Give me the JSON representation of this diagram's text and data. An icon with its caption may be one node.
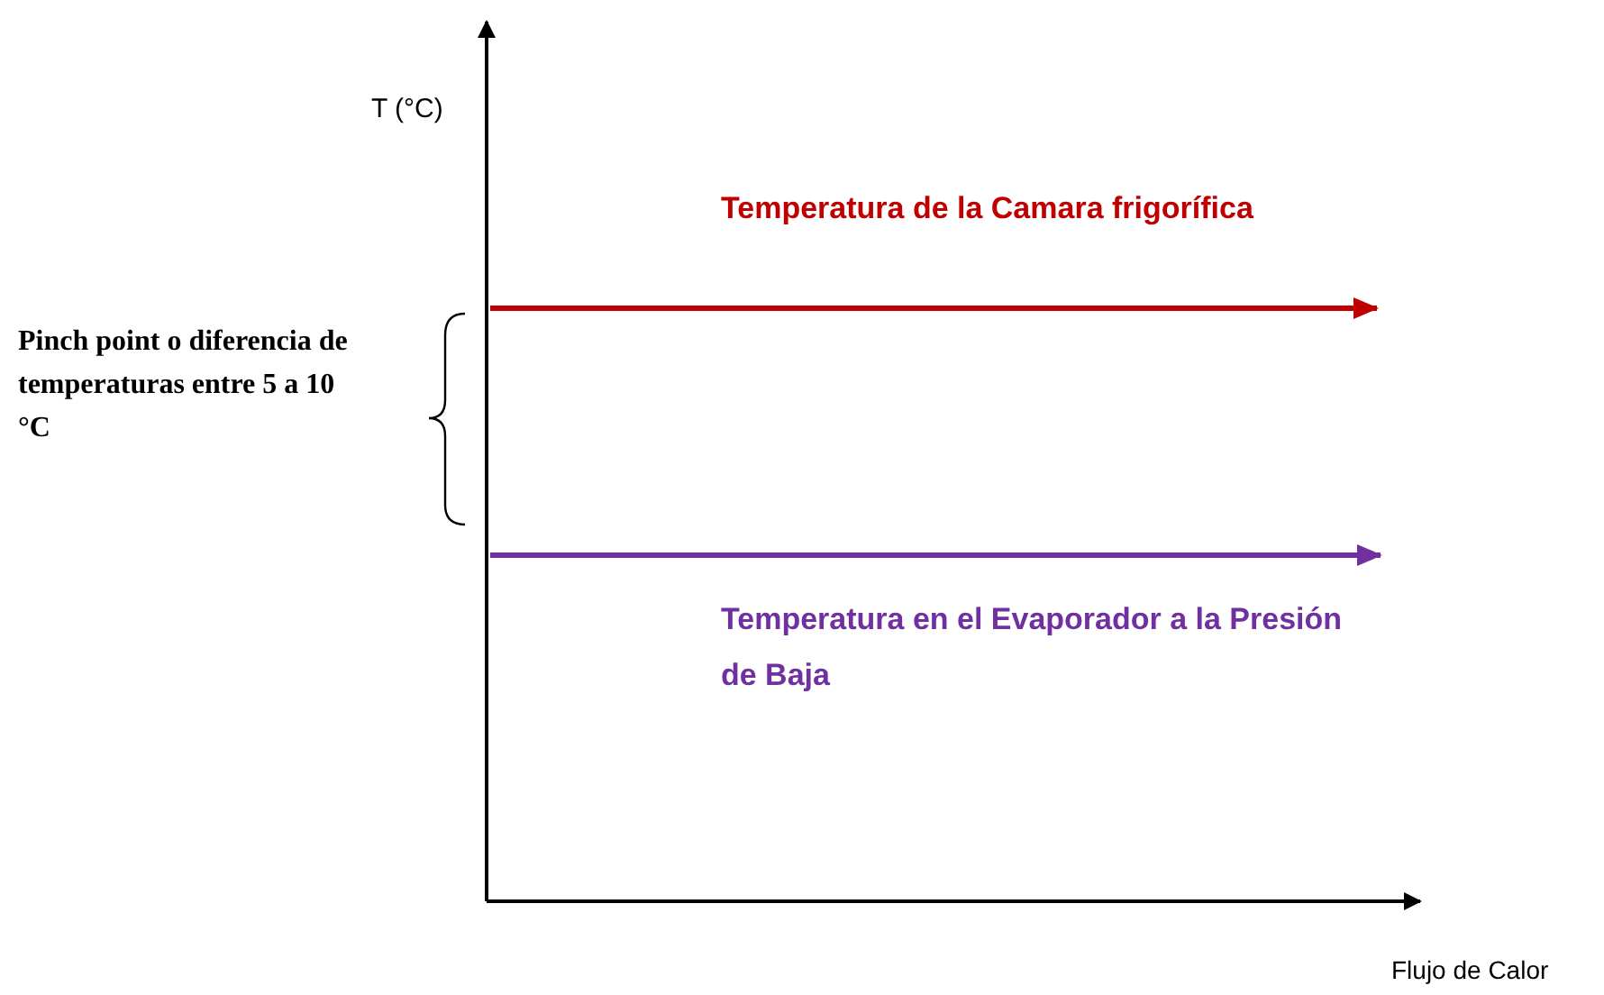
{
  "diagram": {
    "labels": [
      "T (°C)",
      "Temperatura de la Camara frigorífica",
      "Pinch point o diferencia de temperaturas entre 5 a 10 °C",
      "Temperatura en el Evaporador a la Presión de Baja",
      "Flujo de Calor"
    ]
  }
}
